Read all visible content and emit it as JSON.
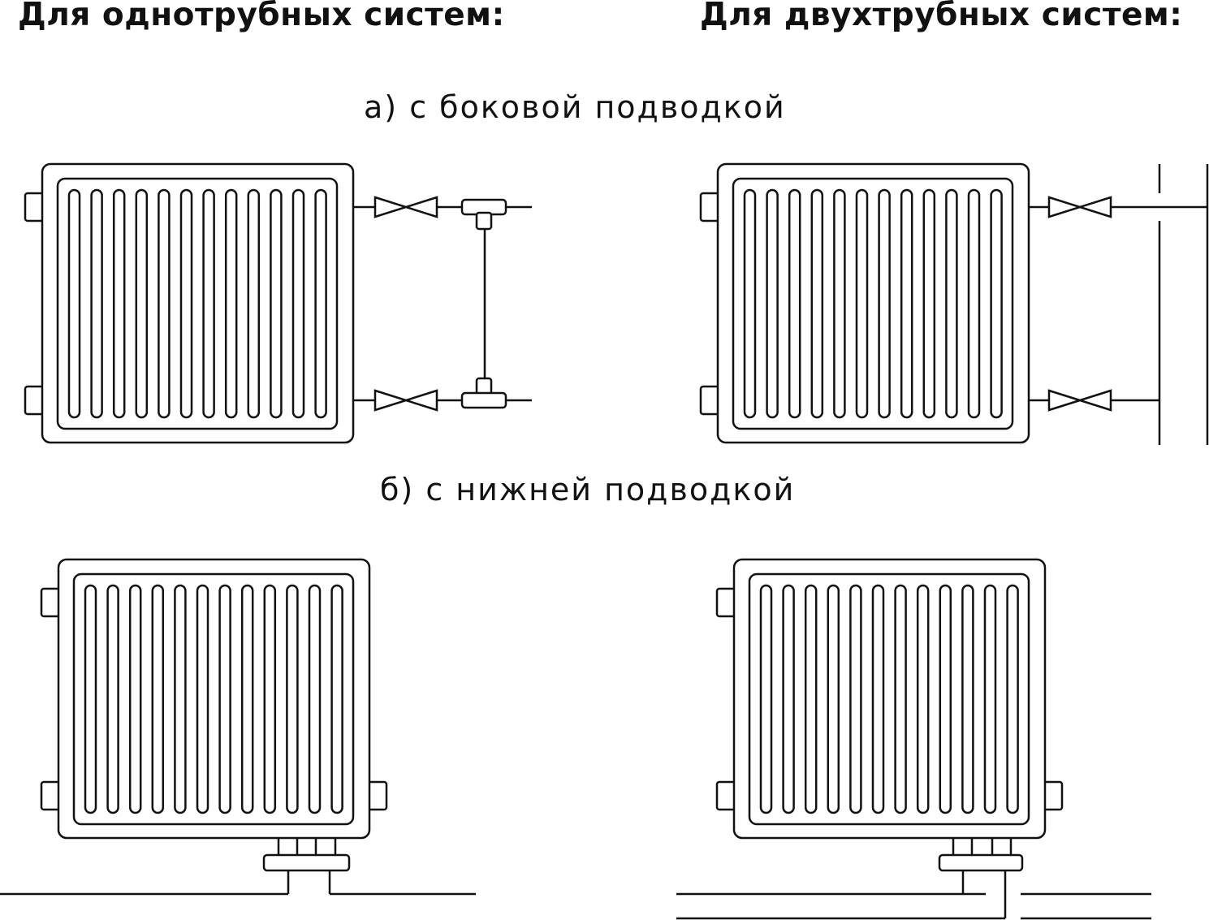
{
  "headings": {
    "single_pipe": "Для однотрубных систем:",
    "two_pipe": "Для двухтрубных систем:"
  },
  "sections": {
    "side": "а) с боковой подводкой",
    "bottom": "б) с нижней подводкой"
  },
  "radiator": {
    "fins": 12
  },
  "stroke_color": "#111111"
}
